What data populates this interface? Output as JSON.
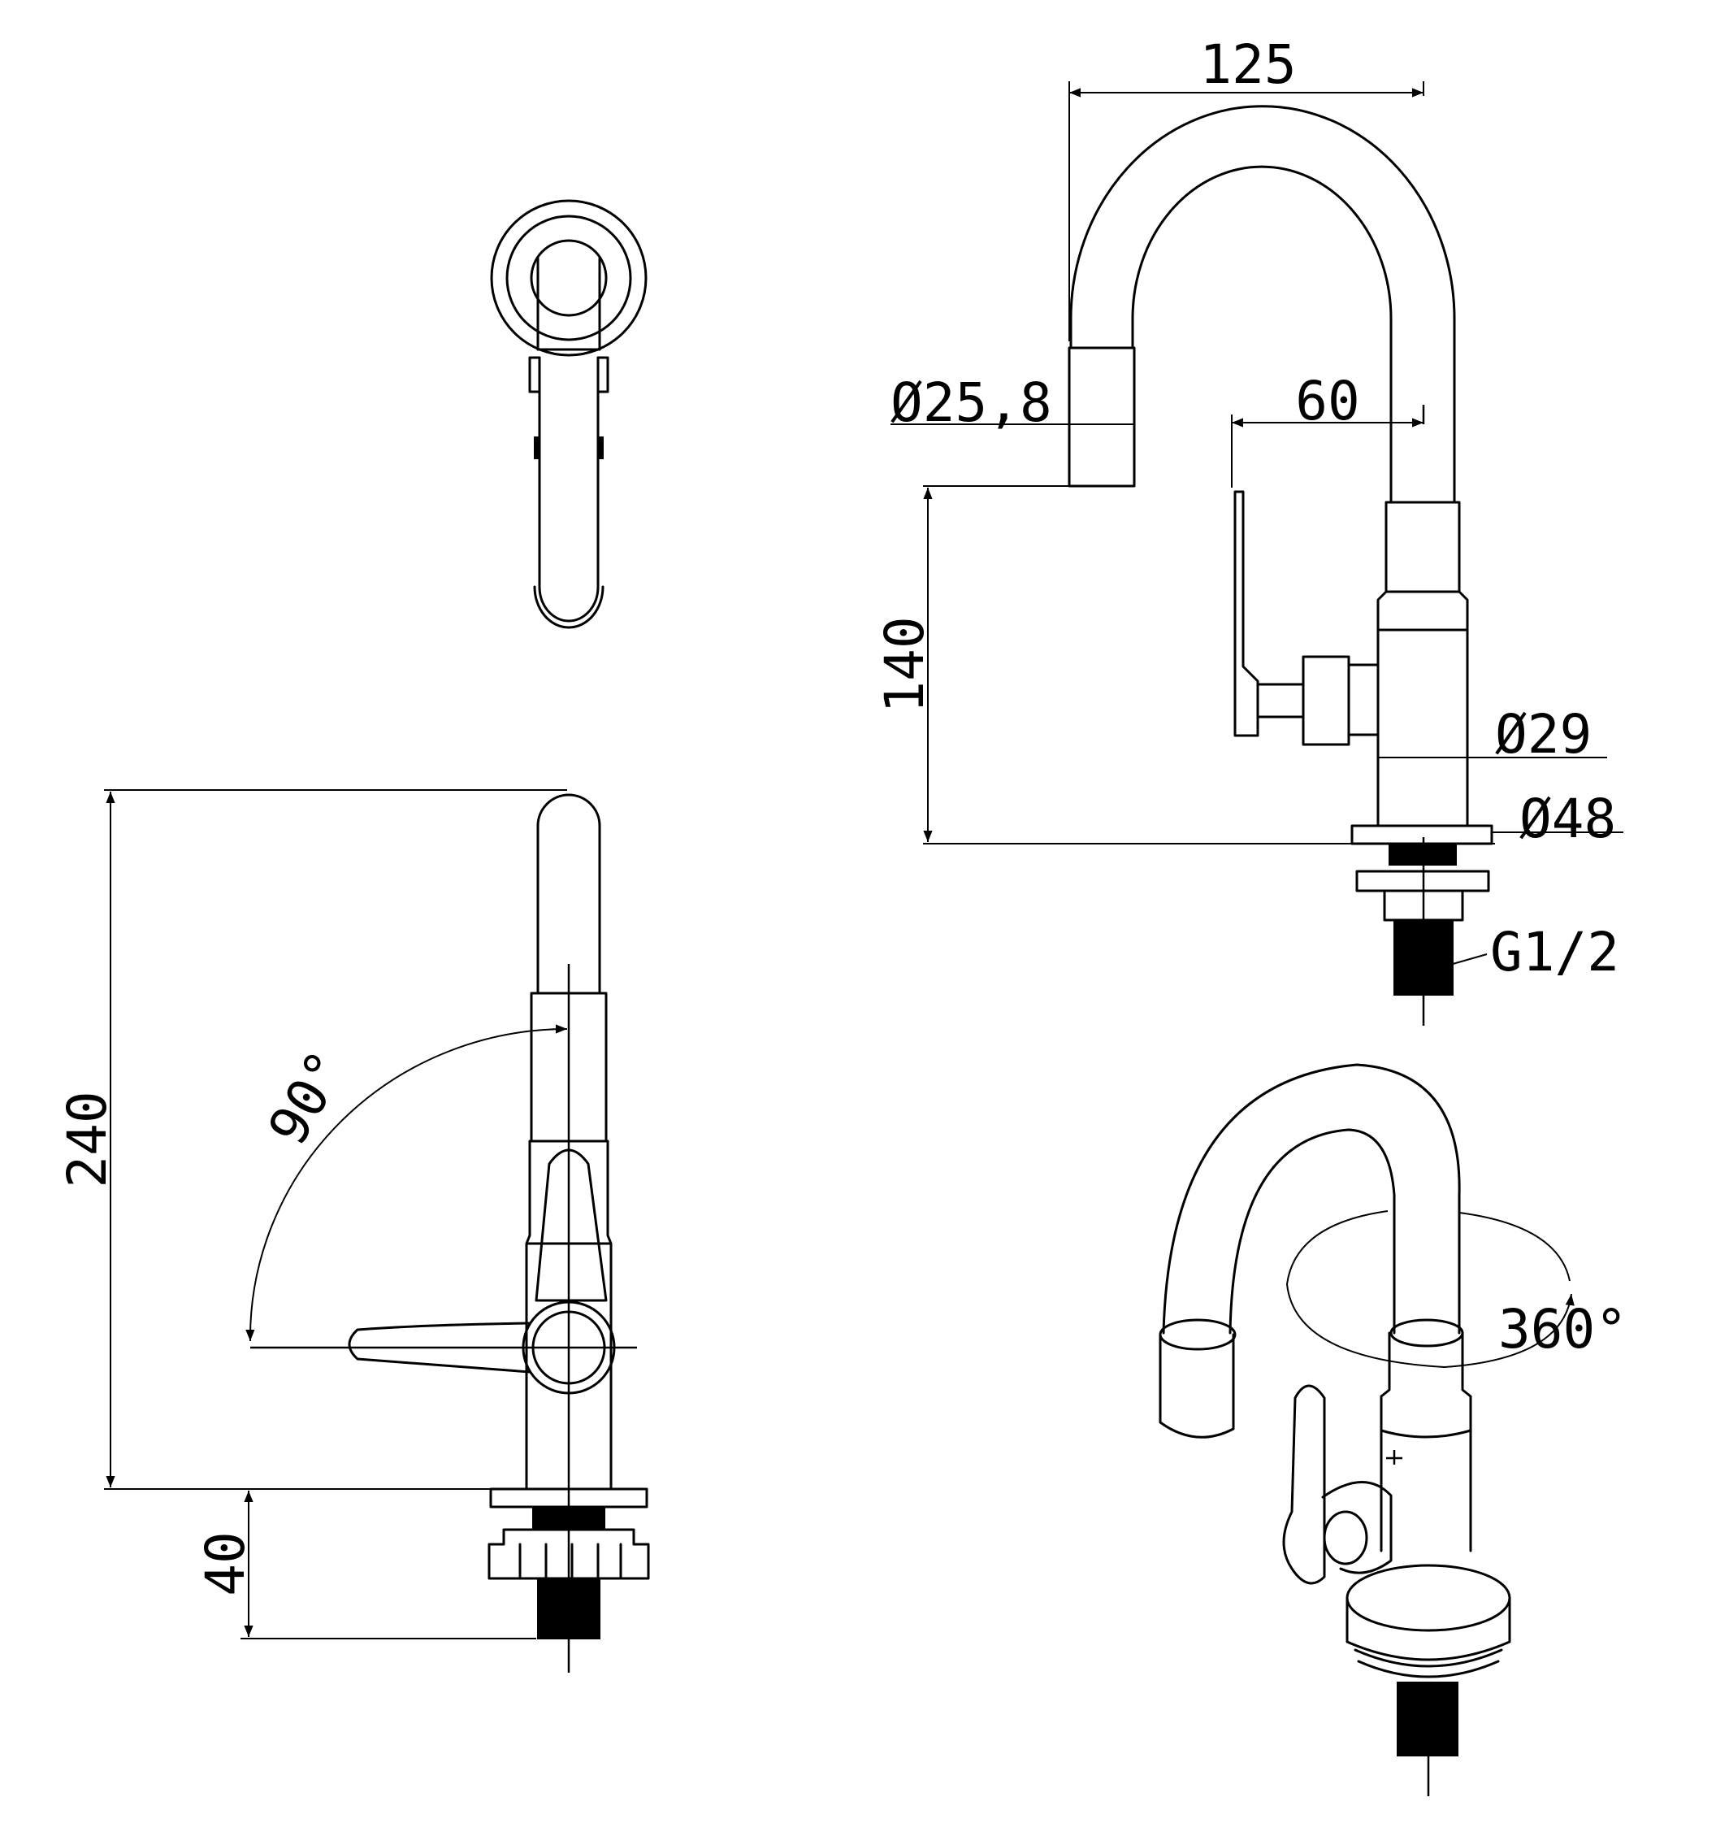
{
  "dimensions": {
    "spout_reach": "125",
    "spout_diameter": "Ø25,8",
    "handle_offset": "60",
    "spout_height": "140",
    "body_diameter": "Ø29",
    "flange_diameter": "Ø48",
    "thread": "G1/2",
    "total_height": "240",
    "shank_length": "40",
    "handle_rotation": "90°",
    "spout_rotation": "360°"
  }
}
